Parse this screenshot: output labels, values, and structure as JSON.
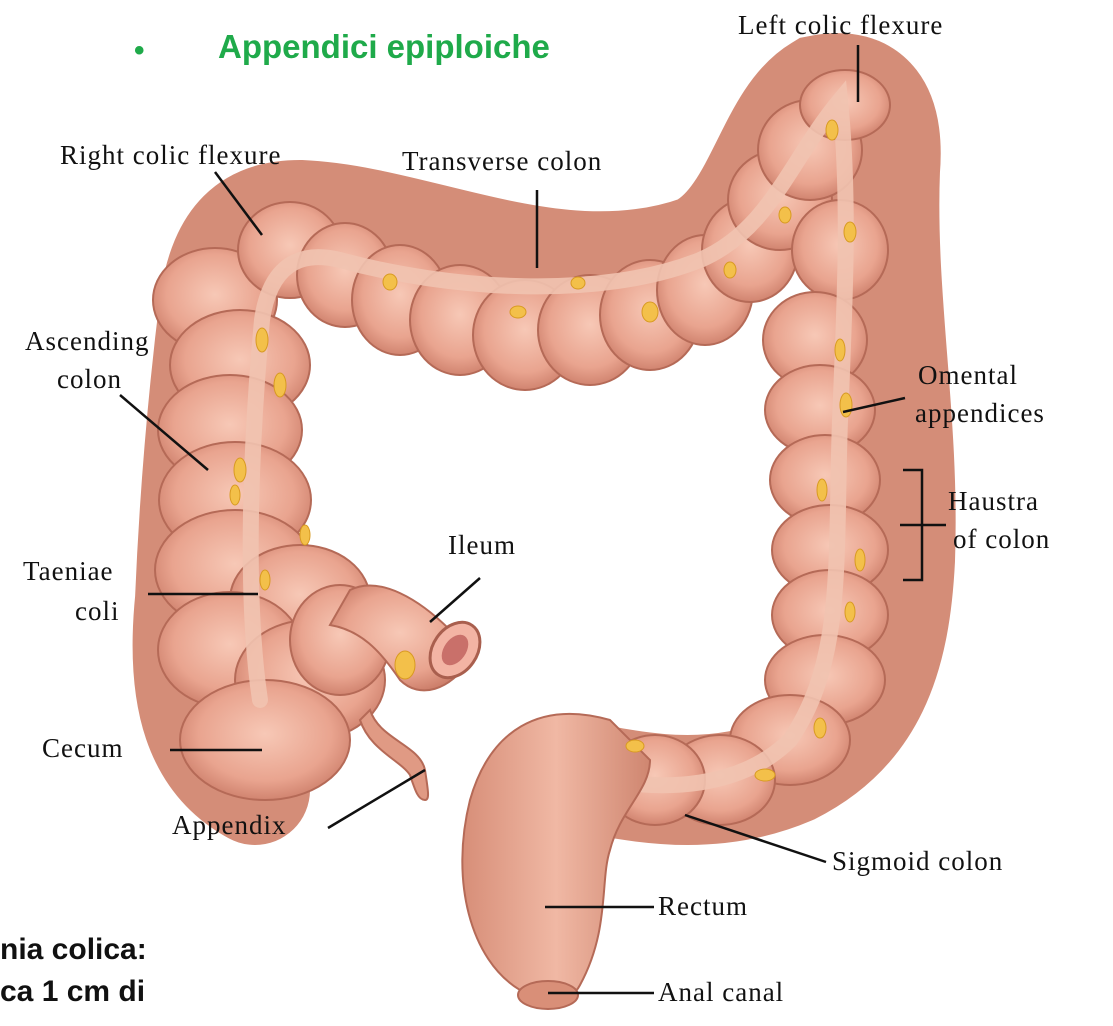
{
  "heading": {
    "bullet": "•",
    "text": "Appendici epiploiche"
  },
  "labels": {
    "left_colic_flexure": "Left colic flexure",
    "right_colic_flexure": "Right colic flexure",
    "transverse_colon": "Transverse colon",
    "ascending_colon_1": "Ascending",
    "ascending_colon_2": "colon",
    "omental_appendices_1": "Omental",
    "omental_appendices_2": "appendices",
    "haustra_1": "Haustra",
    "haustra_2": "of colon",
    "ileum": "Ileum",
    "taeniae_1": "Taeniae",
    "taeniae_2": "coli",
    "cecum": "Cecum",
    "appendix": "Appendix",
    "sigmoid_colon": "Sigmoid colon",
    "rectum": "Rectum",
    "anal_canal": "Anal canal"
  },
  "bottom_text": {
    "line1": "nia colica:",
    "line2": "ca 1 cm di"
  },
  "colors": {
    "colon_fill": "#e9a48f",
    "colon_shade": "#c97a66",
    "fat": "#f3c04a",
    "heading": "#1faa4a"
  }
}
